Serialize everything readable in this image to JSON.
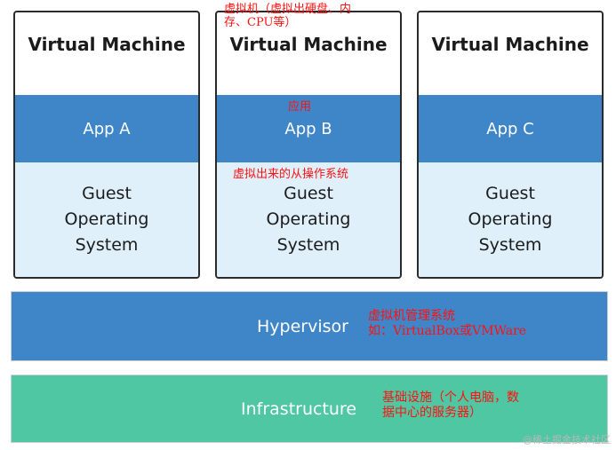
{
  "vms": [
    {
      "title": "Virtual Machine",
      "app": "App A",
      "guest": "Guest\nOperating\nSystem"
    },
    {
      "title": "Virtual Machine",
      "app": "App B",
      "guest": "Guest\nOperating\nSystem"
    },
    {
      "title": "Virtual Machine",
      "app": "App C",
      "guest": "Guest\nOperating\nSystem"
    }
  ],
  "hypervisor": {
    "label": "Hypervisor"
  },
  "infrastructure": {
    "label": "Infrastructure"
  },
  "annotations": {
    "vm": "虚拟机（虚拟出硬盘、内\n存、CPU等）",
    "app": "应用",
    "guest_os": "虚拟出来的从操作系统",
    "hypervisor": "虚拟机管理系统\n如：VirtualBox或VMWare",
    "infrastructure": "基础设施（个人电脑，数\n据中心的服务器）"
  },
  "watermark": "@稀土掘金技术社区",
  "colors": {
    "app_blue": "#3f86c8",
    "guest_light": "#dff0fb",
    "infra_green": "#4ec7a2",
    "annotation_red": "#ff1010"
  }
}
